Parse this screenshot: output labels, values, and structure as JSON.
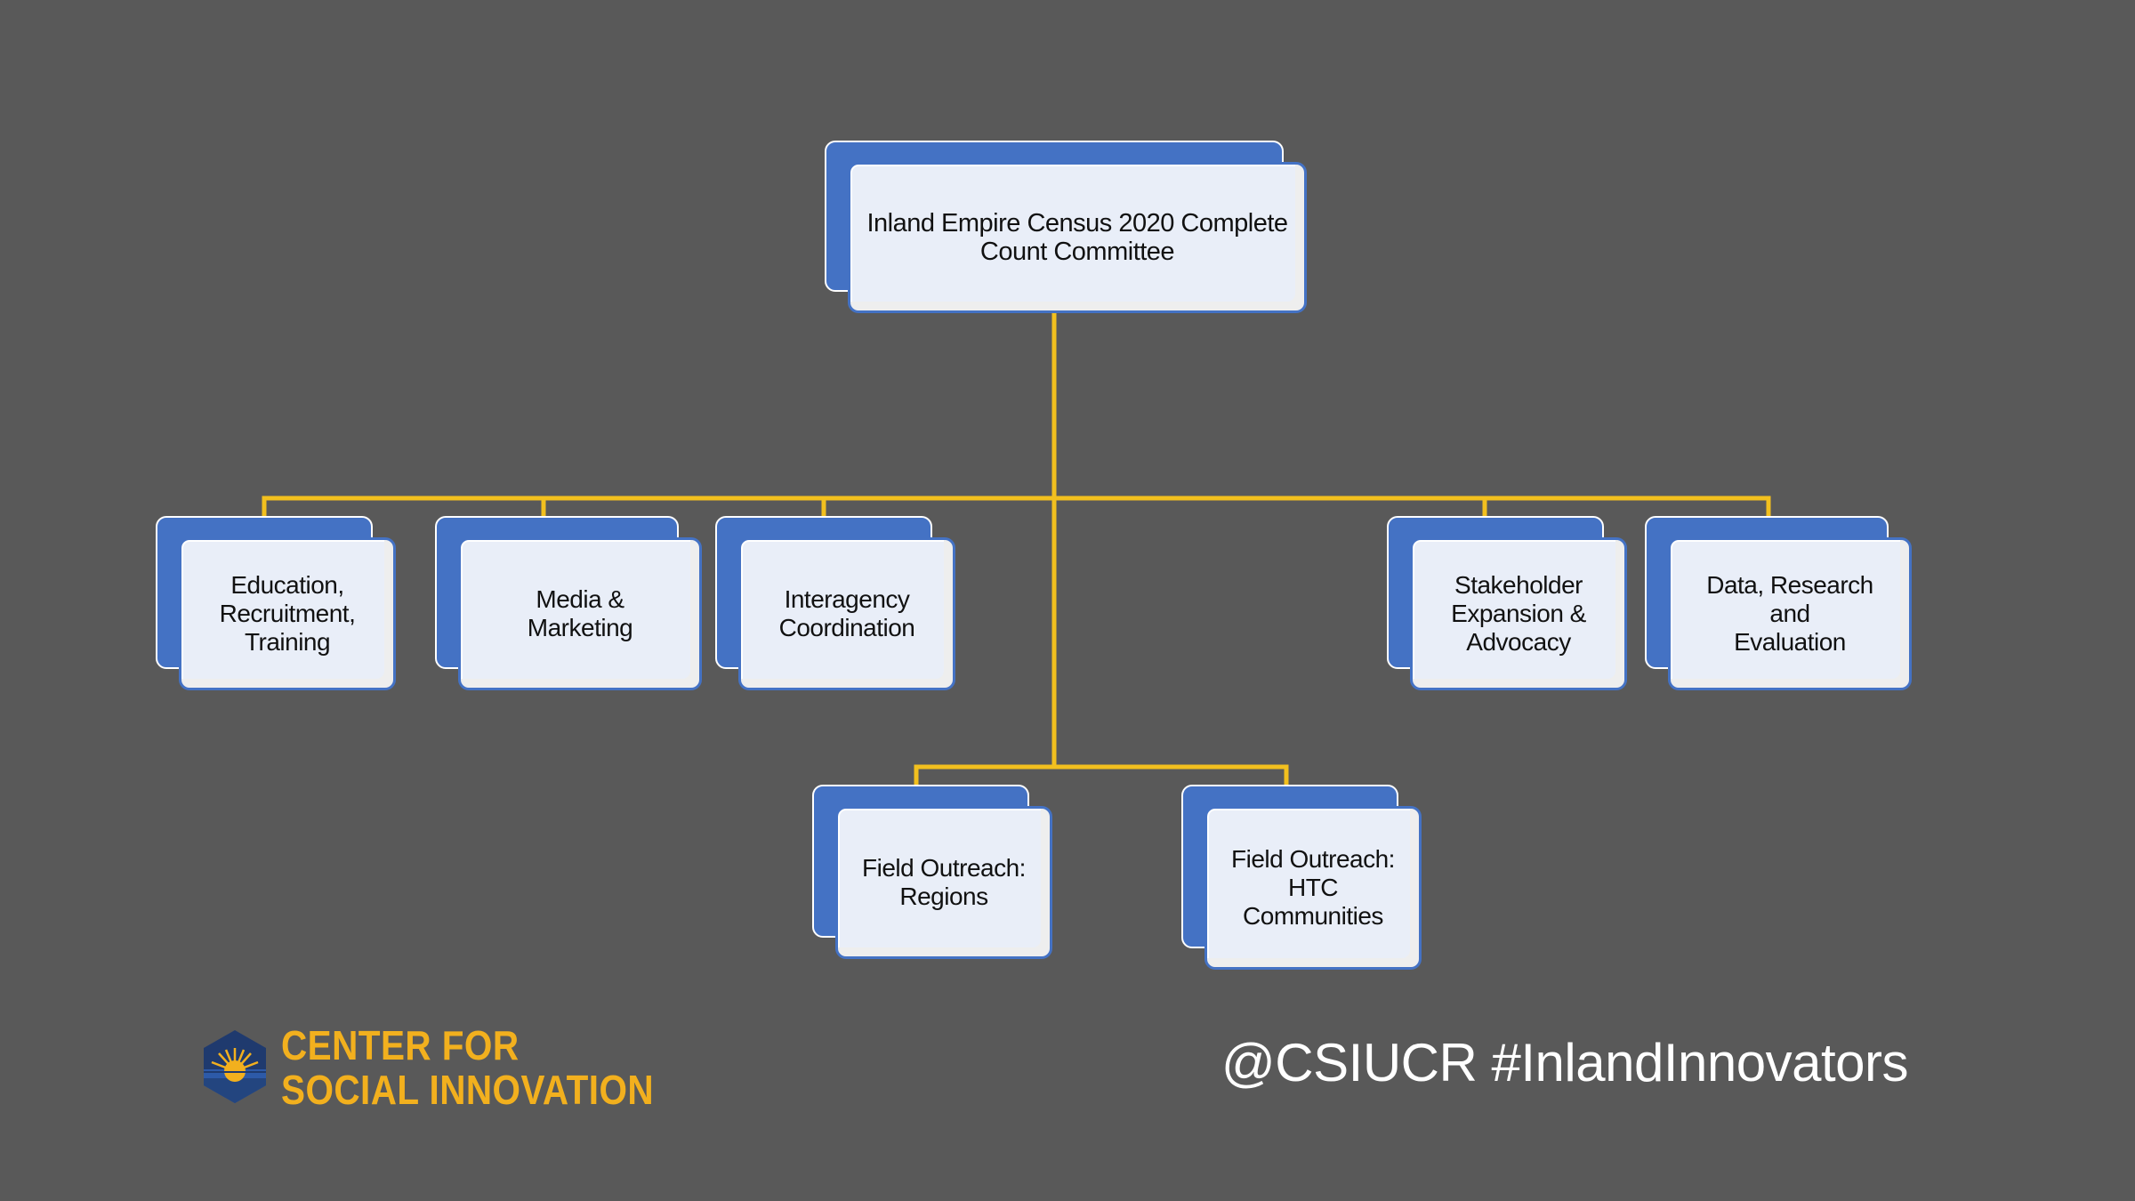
{
  "diagram": {
    "root": {
      "label": "Inland Empire Census 2020 Complete\nCount Committee"
    },
    "committees": [
      {
        "label": "Education,\nRecruitment,\nTraining"
      },
      {
        "label": "Media &\nMarketing"
      },
      {
        "label": "Interagency\nCoordination"
      },
      {
        "label": "Stakeholder\nExpansion &\nAdvocacy"
      },
      {
        "label": "Data, Research and\nEvaluation"
      }
    ],
    "field_outreach": [
      {
        "label": "Field Outreach:\nRegions"
      },
      {
        "label": "Field Outreach:\nHTC\nCommunities"
      }
    ]
  },
  "footer": {
    "logo": {
      "line1": "CENTER FOR",
      "line2": "SOCIAL INNOVATION",
      "icon": "sunrise-hexagon-icon"
    },
    "social": "@CSIUCR #InlandInnovators"
  },
  "colors": {
    "background": "#595959",
    "connector": "#f2c01e",
    "box_fill": "#e9eef8",
    "box_back": "#4472c4",
    "logo_gold": "#f2b01e",
    "logo_navy": "#1f3a6e"
  }
}
